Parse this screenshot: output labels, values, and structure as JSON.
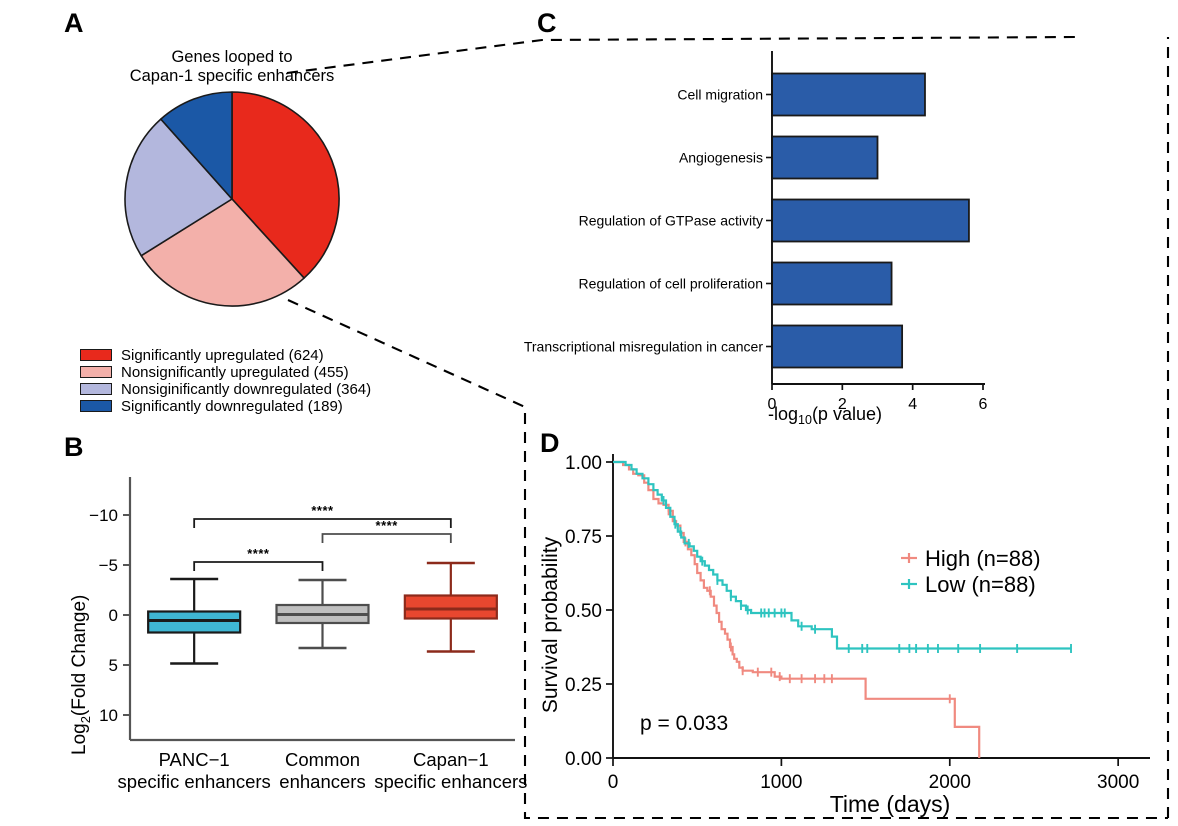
{
  "figure": {
    "panels": [
      "A",
      "B",
      "C",
      "D"
    ],
    "background": "#ffffff"
  },
  "panelA": {
    "letter": "A",
    "title_line1": "Genes looped to",
    "title_line2": "Capan-1 specific enhancers",
    "legend": [
      {
        "label": "Significantly upregulated (624)",
        "color": "#e8291c"
      },
      {
        "label": "Nonsignificantly upregulated (455)",
        "color": "#f3b0aa"
      },
      {
        "label": "Nonsiginificantly downregulated (364)",
        "color": "#b3b7dd"
      },
      {
        "label": "Significantly downregulated (189)",
        "color": "#1b58a6"
      }
    ],
    "chart_data": {
      "type": "pie",
      "title": "Genes looped to Capan-1 specific enhancers",
      "labels": [
        "Significantly upregulated",
        "Nonsignificantly upregulated",
        "Nonsiginificantly downregulated",
        "Significantly downregulated"
      ],
      "values": [
        624,
        455,
        364,
        189
      ],
      "total": 1632,
      "colors": [
        "#e8291c",
        "#f3b0aa",
        "#b3b7dd",
        "#1b58a6"
      ],
      "start_angle_deg": 0,
      "direction": "clockwise",
      "legend_position": "below"
    }
  },
  "panelB": {
    "letter": "B",
    "ylabel_prefix": "Log",
    "ylabel_sub": "2",
    "ylabel_suffix": "(Fold Change)",
    "ytick_labels": [
      "10",
      "5",
      "0",
      "−5",
      "−10"
    ],
    "significance_marker": "****",
    "chart_data": {
      "type": "boxplot",
      "ylabel": "Log2(Fold Change)",
      "ylim": [
        -12.5,
        13
      ],
      "yticks": [
        -10,
        -5,
        0,
        5,
        10
      ],
      "categories": [
        {
          "line1": "PANC−1",
          "line2": "specific enhancers"
        },
        {
          "line1": "Common",
          "line2": "enhancers"
        },
        {
          "line1": "Capan−1",
          "line2": "specific enhancers"
        }
      ],
      "boxes": [
        {
          "name": "PANC-1 specific enhancers",
          "whisker_low": -4.85,
          "q1": -1.75,
          "median": -0.55,
          "q3": 0.35,
          "whisker_high": 3.6,
          "fill": "#3fb6d3",
          "stroke": "#1a1a1a"
        },
        {
          "name": "Common enhancers",
          "whisker_low": -3.3,
          "q1": -0.8,
          "median": 0.05,
          "q3": 1.0,
          "whisker_high": 3.5,
          "fill": "#bfbfbf",
          "stroke": "#4d4d4d"
        },
        {
          "name": "Capan-1 specific enhancers",
          "whisker_low": -3.65,
          "q1": -0.35,
          "median": 0.6,
          "q3": 1.95,
          "whisker_high": 5.2,
          "fill": "#e8472f",
          "stroke": "#8c2a1b"
        }
      ],
      "comparisons": [
        {
          "from": 0,
          "to": 1,
          "label": "****",
          "y": 5.3
        },
        {
          "from": 1,
          "to": 2,
          "label": "****",
          "y": 8.1
        },
        {
          "from": 0,
          "to": 2,
          "label": "****",
          "y": 9.6
        }
      ]
    }
  },
  "panelC": {
    "letter": "C",
    "xlabel_prefix": "-log",
    "xlabel_sub": "10",
    "xlabel_suffix": "(p value)",
    "xtick_labels": [
      "0",
      "2",
      "4",
      "6"
    ],
    "chart_data": {
      "type": "bar",
      "orientation": "horizontal",
      "title": "",
      "xlabel": "-log10(p value)",
      "ylabel": "",
      "xlim": [
        0,
        6
      ],
      "xticks": [
        0,
        2,
        4,
        6
      ],
      "categories": [
        "Cell migration",
        "Angiogenesis",
        "Regulation of GTPase activity",
        "Regulation of cell proliferation",
        "Transcriptional misregulation in cancer"
      ],
      "values": [
        4.35,
        3.0,
        5.6,
        3.4,
        3.7
      ],
      "bar_color": "#2a5ca8",
      "bar_stroke": "#1a1a1a",
      "grid": false,
      "legend_position": "none"
    }
  },
  "panelD": {
    "letter": "D",
    "pvalue_text": "p = 0.033",
    "xlabel": "Time (days)",
    "ylabel": "Survival probability",
    "ytick_labels": [
      "1.00",
      "0.75",
      "0.50",
      "0.25",
      "0.00"
    ],
    "xtick_labels": [
      "0",
      "1000",
      "2000",
      "3000"
    ],
    "legend": [
      {
        "label": "High (n=88)",
        "color": "#f08a80"
      },
      {
        "label": "Low (n=88)",
        "color": "#2ec4c0"
      }
    ],
    "chart_data": {
      "type": "line",
      "subtype": "kaplan-meier",
      "title": "",
      "xlabel": "Time (days)",
      "ylabel": "Survival probability",
      "xlim": [
        0,
        3100
      ],
      "ylim": [
        0,
        1.0
      ],
      "xticks": [
        0,
        1000,
        2000,
        3000
      ],
      "yticks": [
        0.0,
        0.25,
        0.5,
        0.75,
        1.0
      ],
      "annotation": "p = 0.033",
      "legend_position": "right-middle",
      "series": [
        {
          "name": "High (n=88)",
          "color": "#f08a80",
          "n": 88,
          "steps": [
            [
              0,
              1.0
            ],
            [
              60,
              0.99
            ],
            [
              95,
              0.975
            ],
            [
              120,
              0.96
            ],
            [
              150,
              0.955
            ],
            [
              185,
              0.93
            ],
            [
              210,
              0.905
            ],
            [
              240,
              0.875
            ],
            [
              270,
              0.86
            ],
            [
              300,
              0.855
            ],
            [
              330,
              0.835
            ],
            [
              355,
              0.8
            ],
            [
              375,
              0.785
            ],
            [
              400,
              0.76
            ],
            [
              420,
              0.73
            ],
            [
              445,
              0.705
            ],
            [
              465,
              0.685
            ],
            [
              485,
              0.655
            ],
            [
              500,
              0.625
            ],
            [
              520,
              0.6
            ],
            [
              540,
              0.575
            ],
            [
              560,
              0.565
            ],
            [
              580,
              0.545
            ],
            [
              600,
              0.515
            ],
            [
              615,
              0.49
            ],
            [
              630,
              0.46
            ],
            [
              645,
              0.435
            ],
            [
              665,
              0.42
            ],
            [
              680,
              0.4
            ],
            [
              695,
              0.375
            ],
            [
              710,
              0.35
            ],
            [
              720,
              0.335
            ],
            [
              735,
              0.325
            ],
            [
              750,
              0.305
            ],
            [
              770,
              0.295
            ],
            [
              830,
              0.29
            ],
            [
              930,
              0.29
            ],
            [
              960,
              0.275
            ],
            [
              1000,
              0.268
            ],
            [
              1280,
              0.268
            ],
            [
              1340,
              0.268
            ],
            [
              1500,
              0.2
            ],
            [
              2020,
              0.2
            ],
            [
              2030,
              0.105
            ],
            [
              2150,
              0.105
            ],
            [
              2175,
              0.0
            ]
          ],
          "censor_times": [
            330,
            430,
            575,
            700,
            770,
            860,
            940,
            990,
            1050,
            1120,
            1200,
            1255,
            1300,
            2000
          ]
        },
        {
          "name": "Low (n=88)",
          "color": "#2ec4c0",
          "n": 88,
          "steps": [
            [
              0,
              1.0
            ],
            [
              75,
              0.99
            ],
            [
              110,
              0.975
            ],
            [
              140,
              0.96
            ],
            [
              175,
              0.945
            ],
            [
              210,
              0.925
            ],
            [
              240,
              0.905
            ],
            [
              265,
              0.89
            ],
            [
              290,
              0.87
            ],
            [
              315,
              0.845
            ],
            [
              340,
              0.815
            ],
            [
              365,
              0.79
            ],
            [
              385,
              0.765
            ],
            [
              405,
              0.745
            ],
            [
              425,
              0.725
            ],
            [
              455,
              0.715
            ],
            [
              480,
              0.7
            ],
            [
              500,
              0.68
            ],
            [
              520,
              0.665
            ],
            [
              545,
              0.65
            ],
            [
              570,
              0.635
            ],
            [
              595,
              0.62
            ],
            [
              620,
              0.6
            ],
            [
              650,
              0.585
            ],
            [
              675,
              0.565
            ],
            [
              700,
              0.545
            ],
            [
              730,
              0.53
            ],
            [
              760,
              0.515
            ],
            [
              790,
              0.5
            ],
            [
              820,
              0.49
            ],
            [
              900,
              0.49
            ],
            [
              1030,
              0.49
            ],
            [
              1060,
              0.465
            ],
            [
              1100,
              0.445
            ],
            [
              1180,
              0.435
            ],
            [
              1230,
              0.435
            ],
            [
              1300,
              0.41
            ],
            [
              1330,
              0.37
            ],
            [
              1400,
              0.37
            ],
            [
              2720,
              0.37
            ]
          ],
          "censor_times": [
            300,
            370,
            400,
            450,
            530,
            620,
            700,
            760,
            800,
            880,
            900,
            925,
            960,
            1000,
            1020,
            1120,
            1200,
            1400,
            1480,
            1510,
            1700,
            1760,
            1800,
            1870,
            1930,
            2050,
            2180,
            2400,
            2720
          ]
        }
      ]
    }
  }
}
